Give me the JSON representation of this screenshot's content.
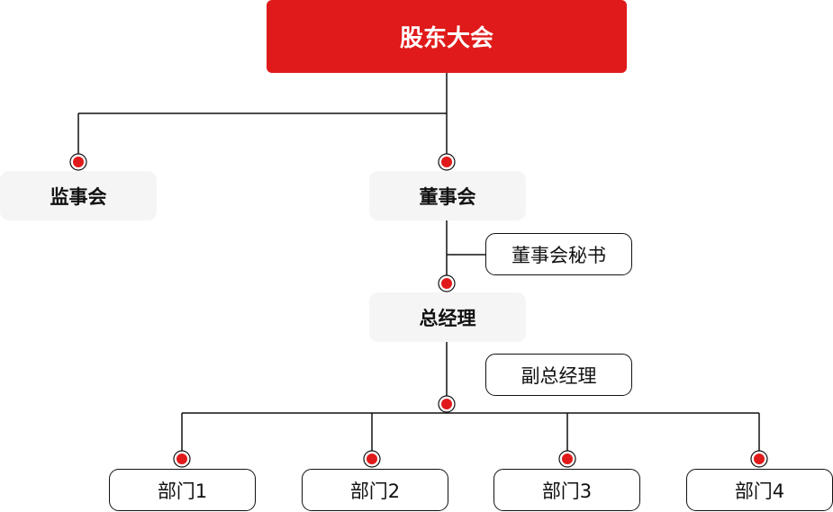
{
  "root": {
    "label": "股东大会"
  },
  "supervisory": {
    "label": "监事会"
  },
  "board": {
    "label": "董事会"
  },
  "secretary": {
    "label": "董事会秘书"
  },
  "gm": {
    "label": "总经理"
  },
  "deputy_gm": {
    "label": "副总经理"
  },
  "departments": [
    {
      "label": "部门1"
    },
    {
      "label": "部门2"
    },
    {
      "label": "部门3"
    },
    {
      "label": "部门4"
    }
  ],
  "colors": {
    "accent": "#e01a1a",
    "node_bg": "#f5f5f5",
    "line": "#111111"
  }
}
